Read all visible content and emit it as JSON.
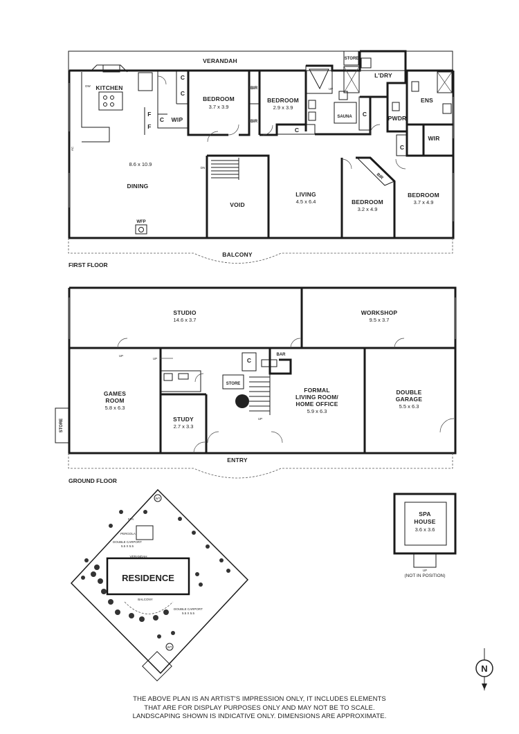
{
  "first_floor": {
    "title": "FIRST FLOOR",
    "verandah": "VERANDAH",
    "balcony": "BALCONY",
    "store": "STORE",
    "kitchen": "KITCHEN",
    "dw": "DW",
    "dining_dim": "8.6 x 10.9",
    "dining": "DINING",
    "wfp": "WFP",
    "dn": "DN",
    "ac": "AC",
    "wip": "WIP",
    "c": "C",
    "f": "F",
    "bedroom": "BEDROOM",
    "bed1_dim": "3.7 x 3.9",
    "bed2_dim": "2.9 x 3.9",
    "bed3_dim": "3.2 x 4.9",
    "bed4_dim": "3.7 x 4.9",
    "bir": "BIR",
    "void": "VOID",
    "living": "LIVING",
    "living_dim": "4.5 x 6.4",
    "up": "UP",
    "sauna": "SAUNA",
    "ldry": "L'DRY",
    "pwdr": "PWDR",
    "ens": "ENS",
    "wir": "WIR"
  },
  "ground_floor": {
    "title": "GROUND FLOOR",
    "studio": "STUDIO",
    "studio_dim": "14.6 x 3.7",
    "workshop": "WORKSHOP",
    "workshop_dim": "9.5 x 3.7",
    "games_room_1": "GAMES",
    "games_room_2": "ROOM",
    "games_dim": "5.8 x 6.3",
    "store": "STORE",
    "study": "STUDY",
    "study_dim": "2.7 x 3.3",
    "bar": "BAR",
    "c": "C",
    "up": "UP",
    "formal_1": "FORMAL",
    "formal_2": "LIVING ROOM/",
    "formal_3": "HOME OFFICE",
    "formal_dim": "5.9 x 6.3",
    "garage_1": "DOUBLE",
    "garage_2": "GARAGE",
    "garage_dim": "5.5 x 6.3",
    "entry": "ENTRY"
  },
  "site_plan": {
    "residence": "RESIDENCE",
    "pergola": "PERGOLA",
    "double_carport_1": "DOUBLE CARPORT",
    "double_carport_2": "DOUBLE CARPORT",
    "carport_dim": "5.5 X 5.5",
    "verandah": "VERANDAH",
    "balcony": "BALCONY",
    "spa": "SPA",
    "wt": "WT"
  },
  "spa_house": {
    "title_1": "SPA",
    "title_2": "HOUSE",
    "dim": "3.6 x 3.6",
    "up": "UP",
    "note": "(NOT IN POSITION)"
  },
  "compass": {
    "letter": "N"
  },
  "disclaimer": {
    "line1": "THE ABOVE PLAN IS AN ARTIST'S IMPRESSION ONLY, IT INCLUDES ELEMENTS",
    "line2": "THAT ARE FOR DISPLAY PURPOSES ONLY AND MAY NOT BE TO SCALE.",
    "line3": "LANDSCAPING SHOWN IS INDICATIVE ONLY. DIMENSIONS ARE APPROXIMATE."
  }
}
